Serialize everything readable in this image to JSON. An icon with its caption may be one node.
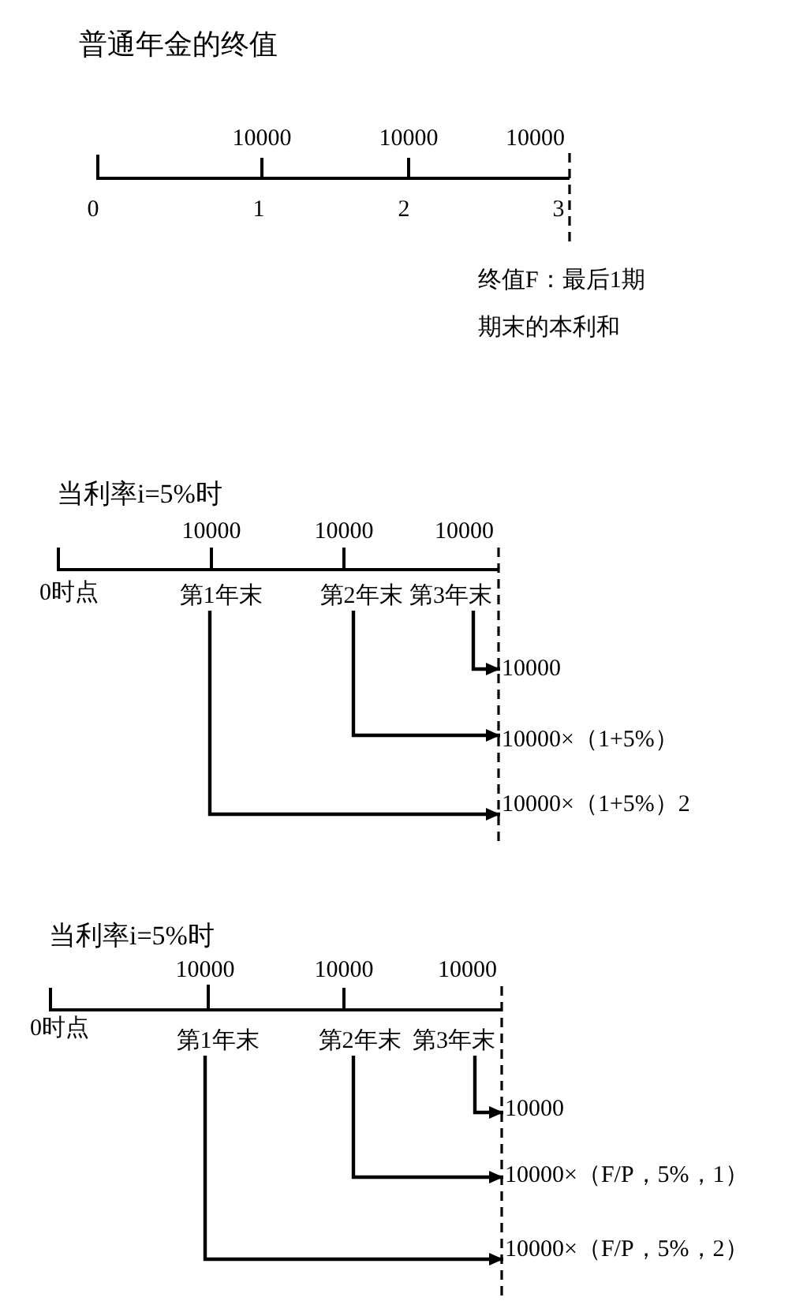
{
  "diagram": {
    "title": "普通年金的终值",
    "nodes": [
      {
        "text": [
          "第1年末"
        ]
      },
      {
        "text": [
          "第2年末"
        ]
      },
      {
        "text": [
          "第3年末"
        ]
      },
      {
        "text": [
          "10000"
        ]
      },
      {
        "text": [
          "10000×（1+5%）"
        ]
      },
      {
        "text": [
          "10000×（1+5%）2"
        ]
      },
      {
        "text": [
          "第1年末"
        ]
      },
      {
        "text": [
          "第2年末"
        ]
      },
      {
        "text": [
          "第3年末"
        ]
      },
      {
        "text": [
          "10000"
        ]
      },
      {
        "text": [
          "10000×（F/P，5%，1）"
        ]
      },
      {
        "text": [
          "10000×（F/P，5%，2）"
        ]
      }
    ],
    "edges": [
      {
        "from": 2,
        "to": 3,
        "arrow": "to"
      },
      {
        "from": 1,
        "to": 4,
        "arrow": "to"
      },
      {
        "from": 0,
        "to": 5,
        "arrow": "to"
      },
      {
        "from": 8,
        "to": 9,
        "arrow": "to"
      },
      {
        "from": 7,
        "to": 10,
        "arrow": "to"
      },
      {
        "from": 6,
        "to": 11,
        "arrow": "to"
      }
    ],
    "labels": [
      "10000",
      "10000",
      "10000",
      "0",
      "1",
      "2",
      "3",
      "终值F：最后1期期末的本利和",
      "当利率i=5%时",
      "10000",
      "10000",
      "10000",
      "0时点",
      "当利率i=5%时",
      "10000",
      "10000",
      "10000",
      "0时点"
    ]
  }
}
